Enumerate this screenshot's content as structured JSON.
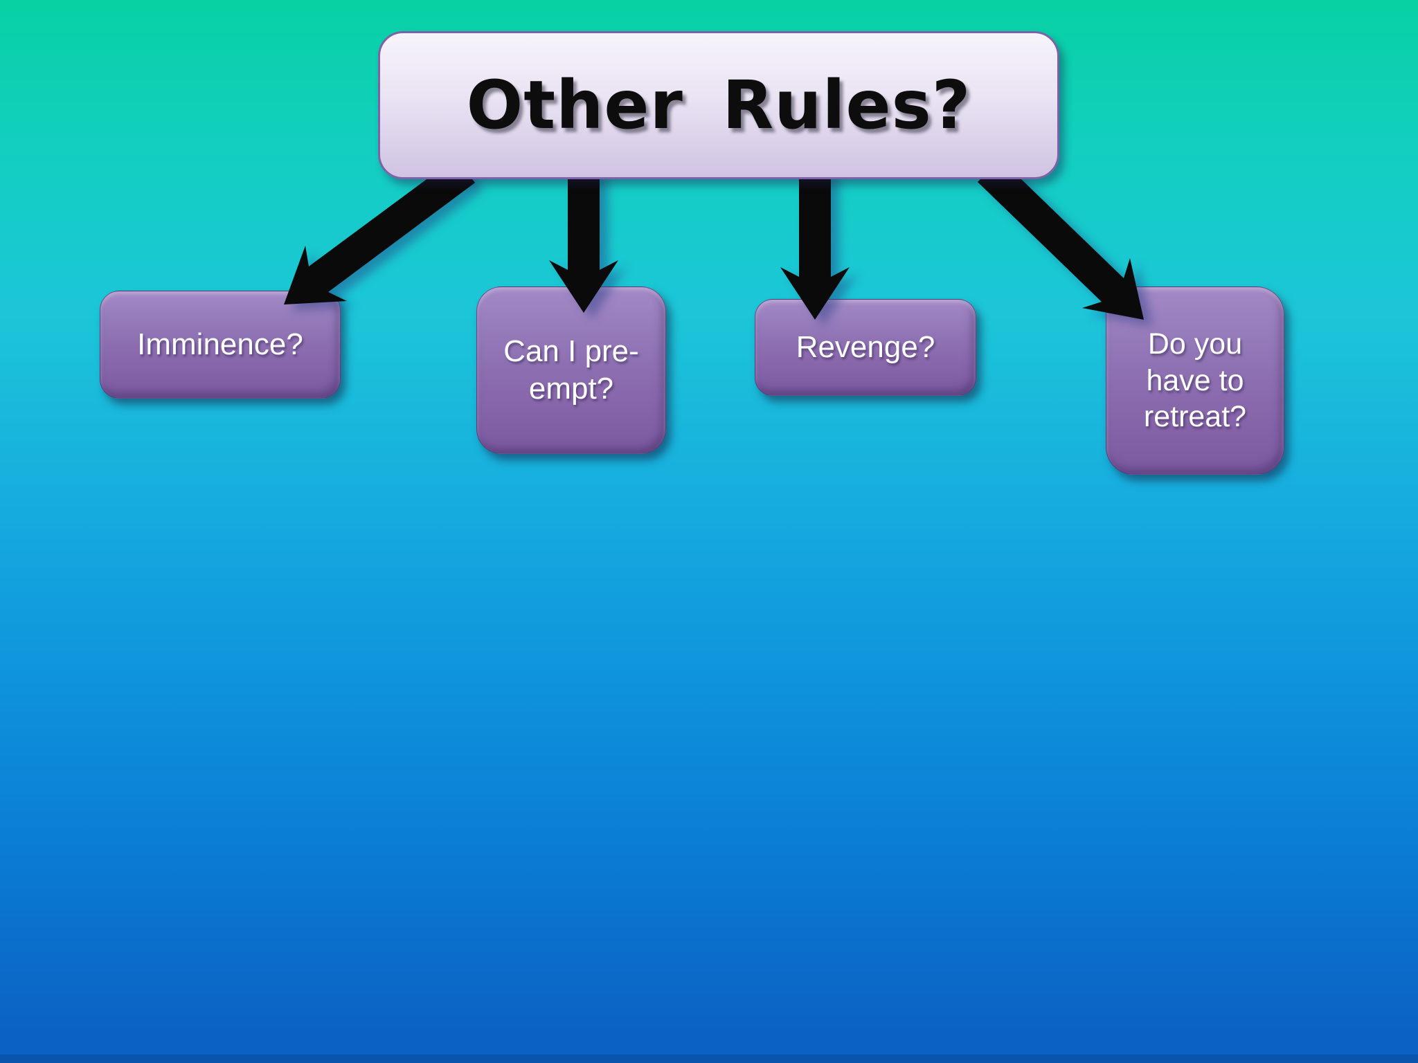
{
  "slide": {
    "title": "Other Rules?",
    "nodes": [
      {
        "id": "imminence",
        "label": "Imminence?"
      },
      {
        "id": "preempt",
        "label": "Can I pre-empt?"
      },
      {
        "id": "revenge",
        "label": "Revenge?"
      },
      {
        "id": "retreat",
        "label": "Do you have to retreat?"
      }
    ],
    "colors": {
      "bg_top": "#08d1a4",
      "bg_mid": "#17aede",
      "bg_bottom": "#0b62c4",
      "bg_strip": "#0a54ae",
      "title_fill_top": "#f7f4fb",
      "title_fill_bottom": "#cfc3e2",
      "title_border": "#7d62a8",
      "title_text": "#0d0d0d",
      "node_fill_top": "#a389c6",
      "node_fill_bottom": "#7b5aa0",
      "node_text": "#ffffff",
      "arrow": "#0a0a0a"
    }
  }
}
